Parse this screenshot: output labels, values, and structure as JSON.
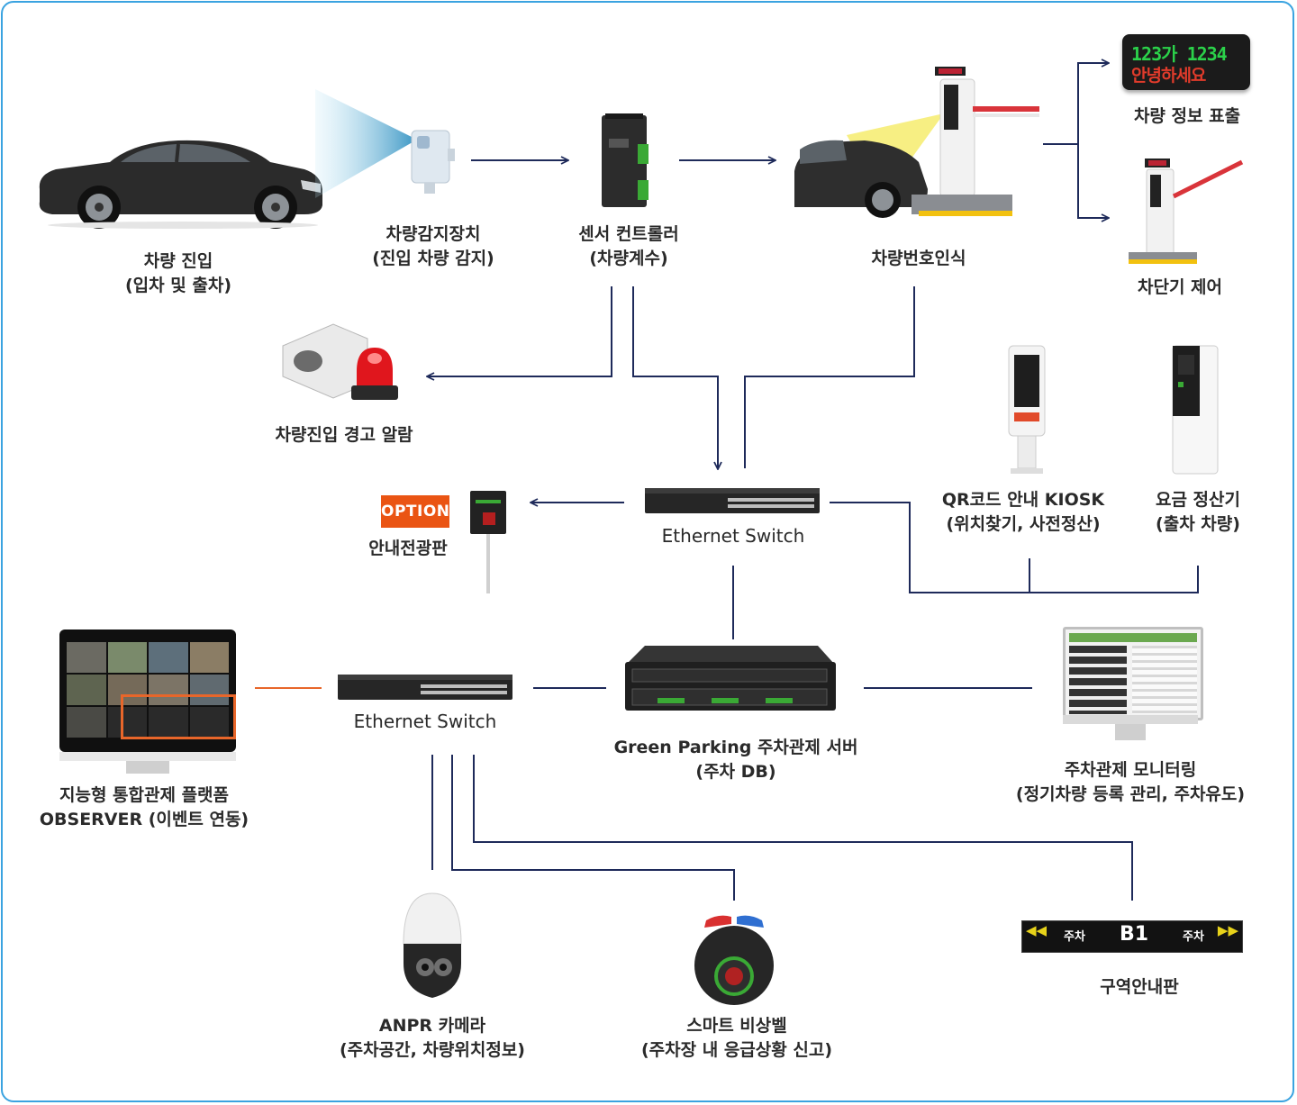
{
  "nodes": {
    "car_entry": {
      "line1": "차량 진입",
      "line2": "(입차 및 출차)"
    },
    "vehicle_sensor": {
      "line1": "차량감지장치",
      "line2": "(진입 차량 감지)"
    },
    "sensor_controller": {
      "line1": "센서 컨트롤러",
      "line2": "(차량계수)"
    },
    "plate_recognition": {
      "line1": "차량번호인식"
    },
    "vehicle_display": {
      "line1": "차량 정보 표출",
      "led_line1": "123가 1234",
      "led_line2": "안녕하세요"
    },
    "barrier_control": {
      "line1": "차단기 제어"
    },
    "entry_alarm": {
      "line1": "차량진입 경고 알람"
    },
    "guide_board": {
      "line1": "안내전광판",
      "option_badge": "OPTION"
    },
    "ethernet_switch_top": {
      "line1": "Ethernet Switch"
    },
    "qr_kiosk": {
      "line1": "QR코드 안내 KIOSK",
      "line2": "(위치찾기, 사전정산)"
    },
    "fee_machine": {
      "line1": "요금 정산기",
      "line2": "(출차 차량)"
    },
    "observer_platform": {
      "line1": "지능형 통합관제 플랫폼",
      "line2": "OBSERVER (이벤트 연동)"
    },
    "ethernet_switch_bottom": {
      "line1": "Ethernet Switch"
    },
    "server": {
      "line1": "Green Parking 주차관제 서버",
      "line2": "(주차 DB)"
    },
    "monitoring": {
      "line1": "주차관제 모니터링",
      "line2": "(정기차량 등록 관리, 주차유도)"
    },
    "anpr_camera": {
      "line1": "ANPR 카메라",
      "line2": "(주차공간, 차량위치정보)"
    },
    "emergency_bell": {
      "line1": "스마트 비상벨",
      "line2": "(주차장 내 응급상황 신고)"
    },
    "zone_sign": {
      "line1": "구역안내판",
      "sign_left": "주차",
      "sign_center": "B1",
      "sign_right": "주차"
    }
  },
  "colors": {
    "frame": "#3aa3e0",
    "connector": "#1e2a5a",
    "option": "#ea5413",
    "observer_link": "#e8662a"
  }
}
